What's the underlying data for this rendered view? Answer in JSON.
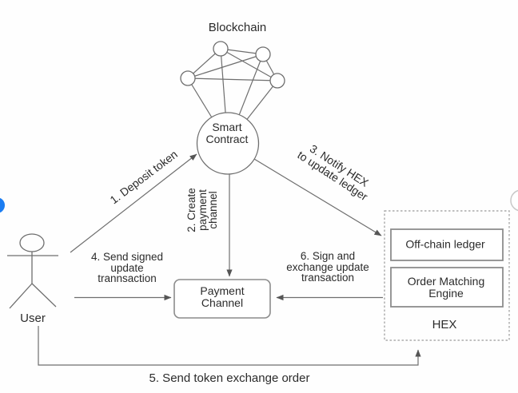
{
  "diagram": {
    "title": "Blockchain",
    "nodes": {
      "smart_contract": {
        "line1": "Smart",
        "line2": "Contract"
      },
      "payment_channel": {
        "line1": "Payment",
        "line2": "Channel"
      },
      "user_label": "User",
      "hex": {
        "label": "HEX",
        "offchain_ledger": "Off-chain ledger",
        "order_matching_line1": "Order Matching",
        "order_matching_line2": "Engine"
      }
    },
    "edges": {
      "e1": {
        "line1": "1. Deposit token"
      },
      "e2": {
        "line1": "2. Create",
        "line2": "payment",
        "line3": "channel"
      },
      "e3": {
        "line1": "3. Notify HEX",
        "line2": "to update ledger"
      },
      "e4": {
        "line1": "4. Send signed",
        "line2": "update",
        "line3": "trannsaction"
      },
      "e5": {
        "line1": "5. Send token exchange order"
      },
      "e6": {
        "line1": "6. Sign and",
        "line2": "exchange update",
        "line3": "transaction"
      }
    },
    "colors": {
      "bg": "#fefefe",
      "text": "#2b2b2b",
      "line": "#6e6e6e",
      "box_stroke": "#8c8c8c",
      "dash_stroke": "#9a9a9a",
      "arrow_fill": "#555555",
      "nav_blue": "#1b7df2",
      "nav_gray": "#c8c8c8"
    }
  }
}
